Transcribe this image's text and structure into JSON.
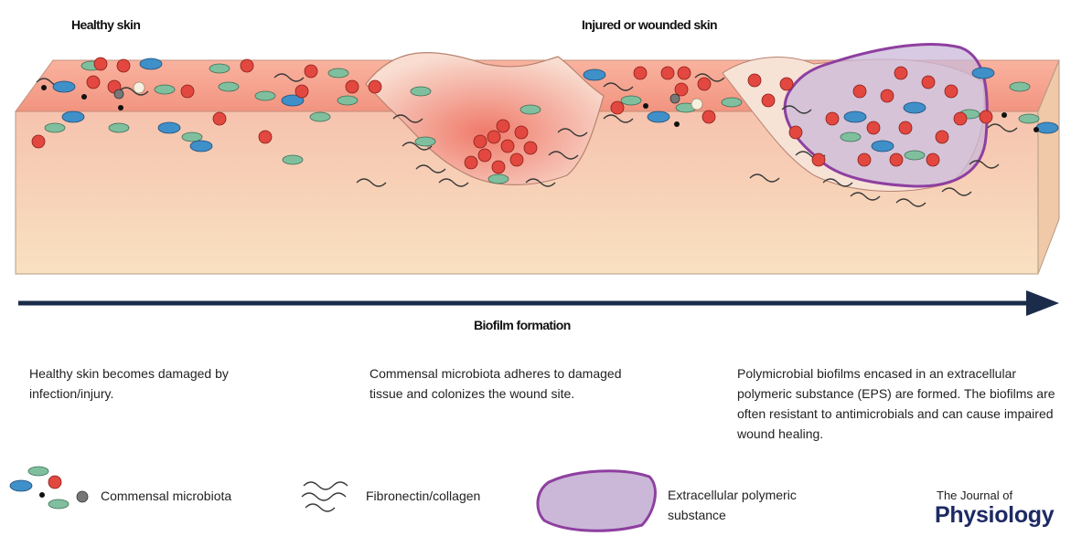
{
  "headings": {
    "healthy": "Healthy skin",
    "injured": "Injured or wounded skin",
    "process": "Biofilm formation"
  },
  "stages": [
    "Healthy skin becomes damaged by infection/injury.",
    "Commensal microbiota adheres to damaged tissue and colonizes the wound site.",
    "Polymicrobial biofilms encased in an extracellular polymeric substance (EPS) are formed. The biofilms are often resistant to antimicrobials and can cause impaired wound healing."
  ],
  "legend": {
    "microbiota": "Commensal microbiota",
    "fibronectin": "Fibronectin/collagen",
    "eps": "Extracellular polymeric substance"
  },
  "journal": {
    "line1": "The Journal of",
    "line2": "Physiology"
  },
  "colors": {
    "epidermis": "#f4a38f",
    "dermis": "#f6d9b8",
    "red_cell": "#e2483f",
    "blue_cell": "#3f8fc9",
    "green_cell": "#7fbf9d",
    "eps_outline": "#8e3fa0",
    "eps_fill": "#cbb8d8",
    "arrow": "#1b2b4a",
    "journal": "#1d2a63"
  }
}
